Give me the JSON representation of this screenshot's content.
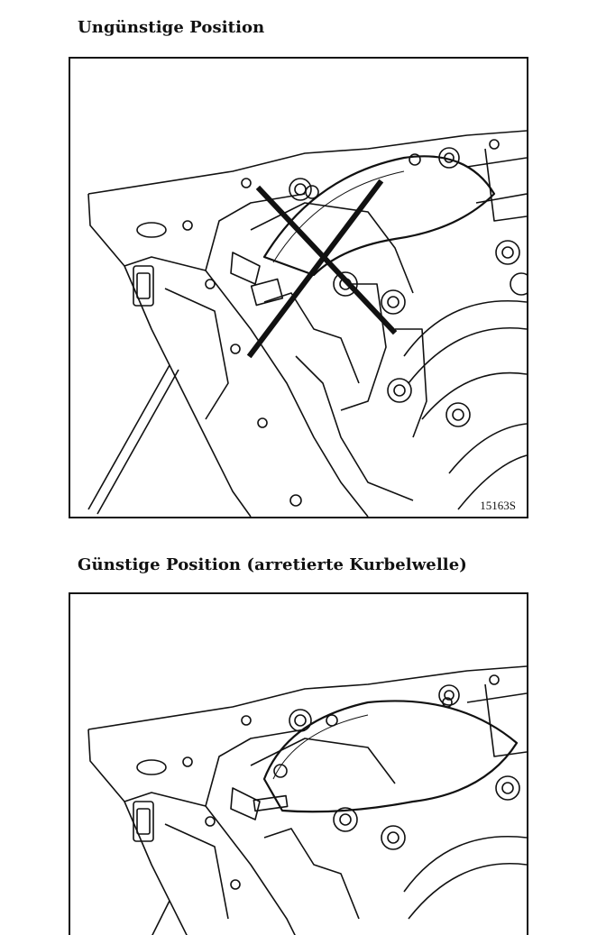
{
  "sections": [
    {
      "heading": "Ungünstige Position",
      "figure_code": "15163S"
    },
    {
      "heading": "Günstige Position (arretierte Kurbelwelle)",
      "figure_code": ""
    }
  ],
  "colors": {
    "ink": "#111111",
    "paper": "#ffffff"
  }
}
